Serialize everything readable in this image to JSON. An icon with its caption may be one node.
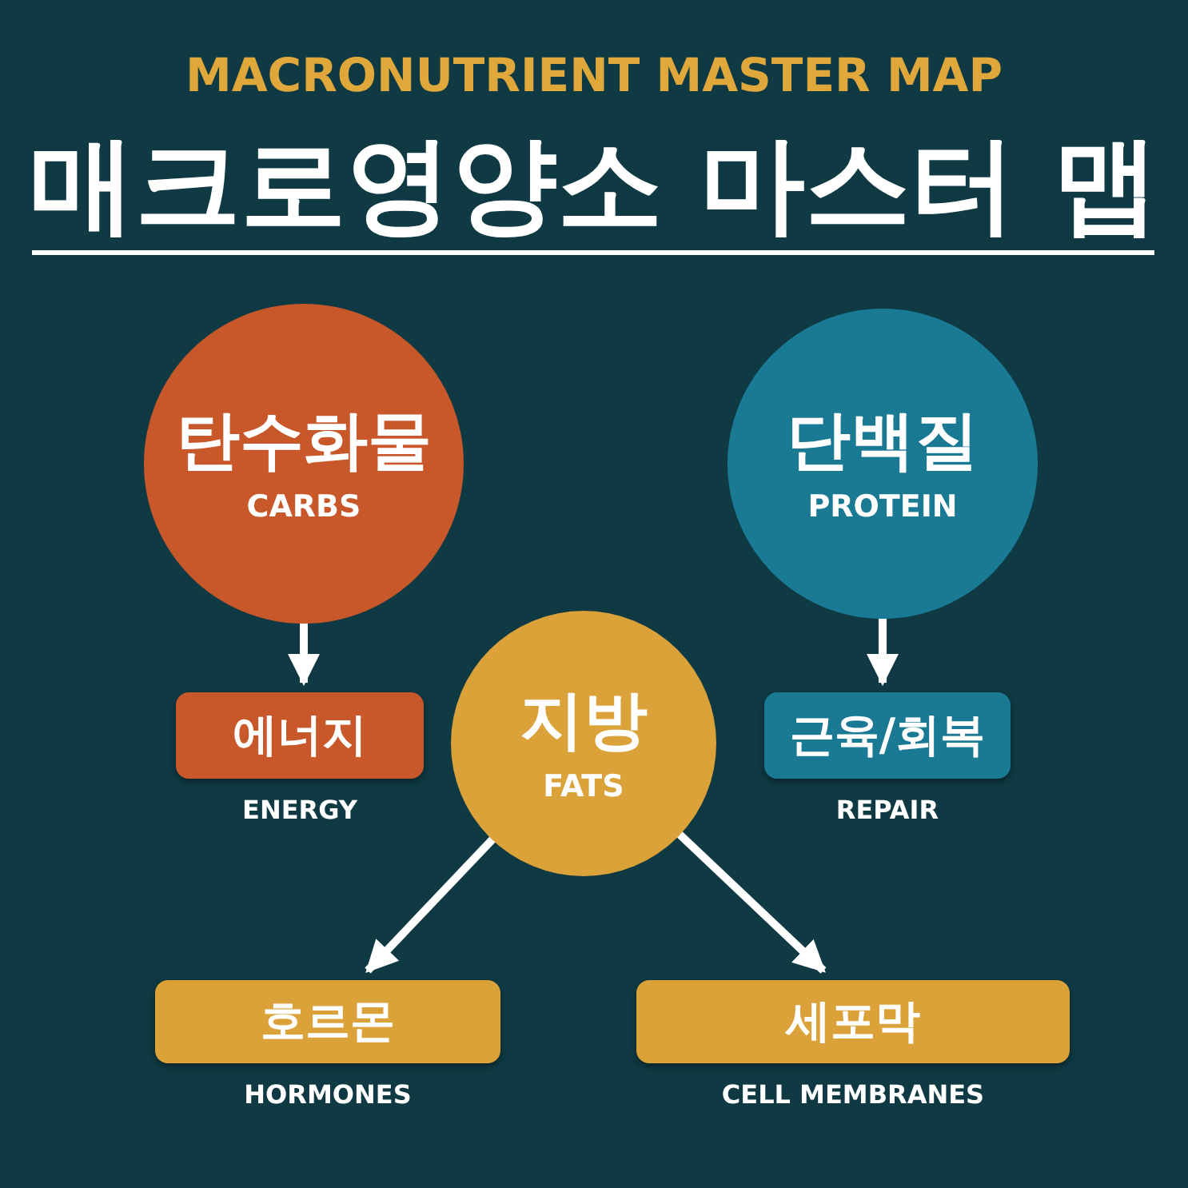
{
  "diagram": {
    "title": "매크로영양소 마스터 맵",
    "nodes": [
      {
        "text": [
          "탄수화물",
          "CARBS"
        ]
      },
      {
        "text": [
          "단백질",
          "PROTEIN"
        ]
      },
      {
        "text": [
          "에너지"
        ],
        "beside": [
          "ENERGY"
        ]
      },
      {
        "text": [
          "지방",
          "FATS"
        ]
      },
      {
        "text": [
          "근육/회복"
        ],
        "beside": [
          "REPAIR"
        ]
      },
      {
        "text": [
          "호르몬"
        ],
        "beside": [
          "HORMONES"
        ]
      },
      {
        "text": [
          "세포막"
        ],
        "beside": [
          "CELL MEMBRANES"
        ]
      }
    ],
    "edges": [
      {
        "from": 0,
        "to": 2,
        "arrow": "to"
      },
      {
        "from": 1,
        "to": 4,
        "arrow": "to"
      },
      {
        "from": 3,
        "to": 5,
        "arrow": "to"
      },
      {
        "from": 3,
        "to": 6,
        "arrow": "to"
      }
    ],
    "labels": [
      "MACRONUTRIENT MASTER MAP"
    ]
  }
}
